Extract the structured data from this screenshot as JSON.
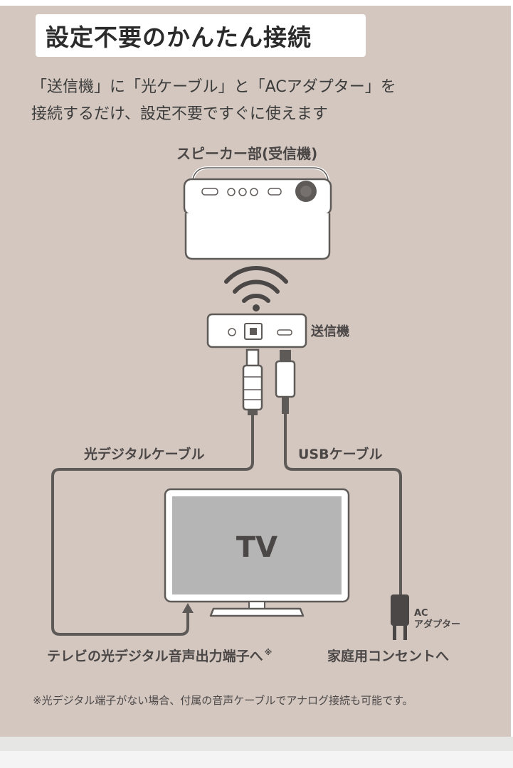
{
  "title": "設定不要のかんたん接続",
  "intro": {
    "line1": "「送信機」に「光ケーブル」と「ACアダプター」を",
    "line2": "接続するだけ、設定不要ですぐに使えます"
  },
  "labels": {
    "speaker": "スピーカー部(受信機)",
    "transmitter": "送信機",
    "optical_cable": "光デジタルケーブル",
    "usb_cable": "USBケーブル",
    "ac_line1": "AC",
    "ac_line2": "アダプター",
    "tv": "TV",
    "tv_destination": "テレビの光デジタル音声出力端子へ",
    "tv_destination_mark": "※",
    "outlet": "家庭用コンセントへ"
  },
  "footnote": "※光デジタル端子がない場合、付属の音声ケーブルでアナログ接続も可能です。",
  "colors": {
    "background": "#d3c7bf",
    "line": "#5e5a58",
    "text": "#4b4747"
  },
  "icons": [
    "wifi-icon",
    "speaker-receiver-icon",
    "transmitter-icon",
    "optical-plug-icon",
    "usb-plug-icon",
    "tv-icon",
    "ac-adapter-plug-icon"
  ]
}
